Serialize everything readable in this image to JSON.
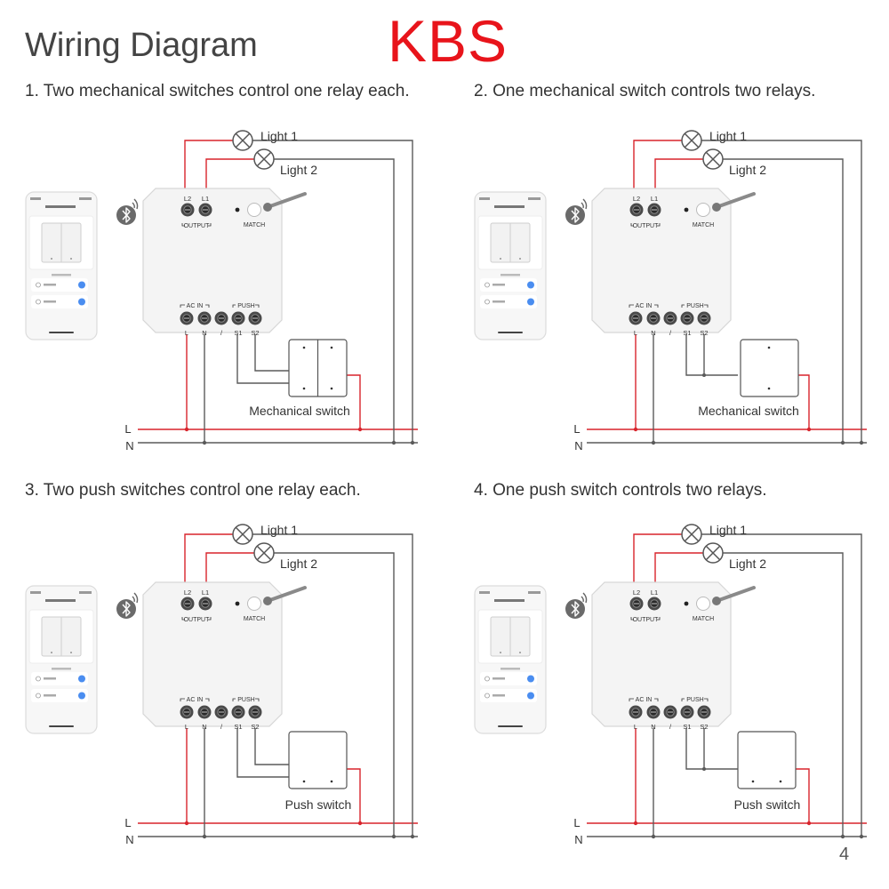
{
  "header": {
    "title": "Wiring Diagram",
    "brand": "KBS",
    "page_number": "4"
  },
  "colors": {
    "live": "#d8242c",
    "neutral": "#5a5a5a",
    "brand": "#e8141b"
  },
  "module": {
    "output_labels": [
      "L2",
      "L1"
    ],
    "output_group": "OUTPUT",
    "match_label": "MATCH",
    "acin_group": "AC IN",
    "push_group": "PUSH",
    "bottom_labels": [
      "L",
      "N",
      "/",
      "S1",
      "S2"
    ]
  },
  "lights": [
    "Light 1",
    "Light 2"
  ],
  "supply": [
    "L",
    "N"
  ],
  "bluetooth_icon": "bluetooth-icon",
  "panels": [
    {
      "caption": "1. Two mechanical switches control one relay each.",
      "switch_label": "Mechanical switch"
    },
    {
      "caption": "2. One mechanical switch controls two relays.",
      "switch_label": "Mechanical switch"
    },
    {
      "caption": "3. Two push switches control one relay each.",
      "switch_label": "Push switch"
    },
    {
      "caption": "4. One push switch controls two relays.",
      "switch_label": "Push switch"
    }
  ]
}
